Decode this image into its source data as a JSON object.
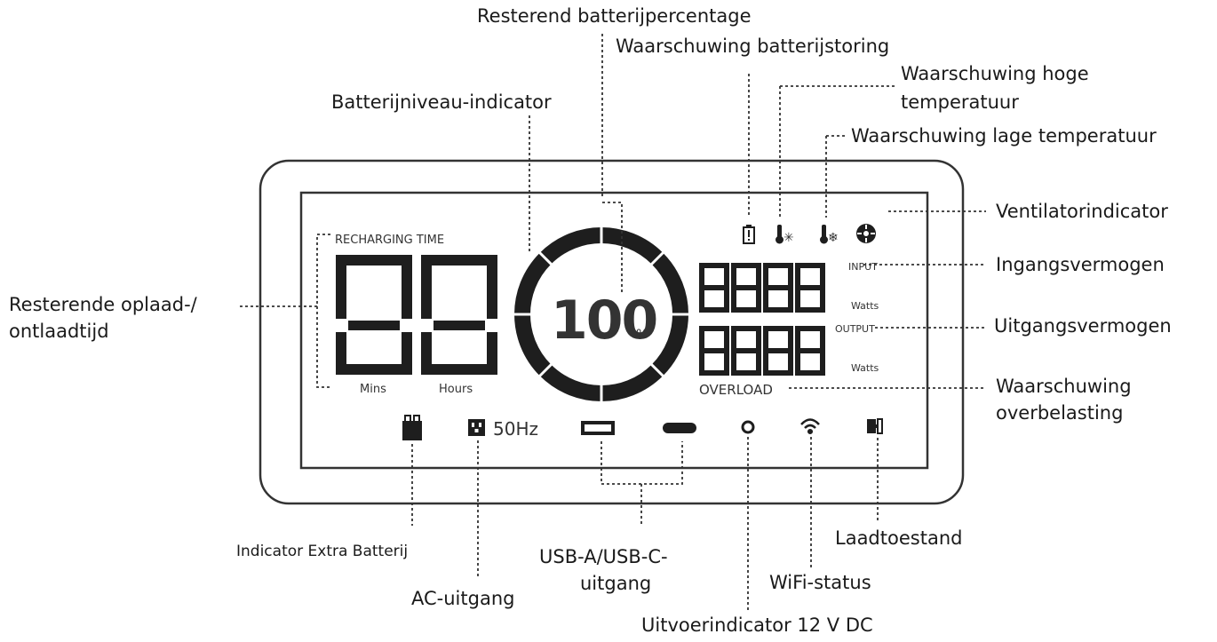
{
  "callouts": {
    "battery_percentage": "Resterend batterijpercentage",
    "battery_fault": "Waarschuwing batterijstoring",
    "high_temp_line1": "Waarschuwing hoge",
    "high_temp_line2": "temperatuur",
    "low_temp": "Waarschuwing lage temperatuur",
    "battery_level": "Batterijniveau-indicator",
    "fan": "Ventilatorindicator",
    "input_power": "Ingangsvermogen",
    "output_power": "Uitgangsvermogen",
    "overload_line1": "Waarschuwing",
    "overload_line2": "overbelasting",
    "remaining_time_line1": "Resterende oplaad-/",
    "remaining_time_line2": "ontlaadtijd",
    "extra_battery": "Indicator Extra Batterij",
    "ac_output": "AC-uitgang",
    "usb_line1": "USB-A/USB-C-",
    "usb_line2": "uitgang",
    "dc_output": "Uitvoerindicator 12 V DC",
    "wifi": "WiFi-status",
    "charge_state": "Laadtoestand"
  },
  "display": {
    "recharging_time": "RECHARGING TIME",
    "mins": "Mins",
    "hours": "Hours",
    "percent_value": "100",
    "percent_sign": "%",
    "input": "INPUT",
    "output": "OUTPUT",
    "watts_top": "Watts",
    "watts_bottom": "Watts",
    "overload": "OVERLOAD",
    "frequency": "50Hz"
  },
  "icons": [
    "battery-fault-icon",
    "high-temperature-icon",
    "low-temperature-icon",
    "fan-icon",
    "extra-battery-icon",
    "ac-outlet-icon",
    "usb-a-icon",
    "usb-c-icon",
    "dc-output-icon",
    "wifi-icon",
    "charge-state-icon"
  ],
  "colors": {
    "line": "#333333",
    "segment": "#1e1e1e",
    "background": "#ffffff"
  }
}
